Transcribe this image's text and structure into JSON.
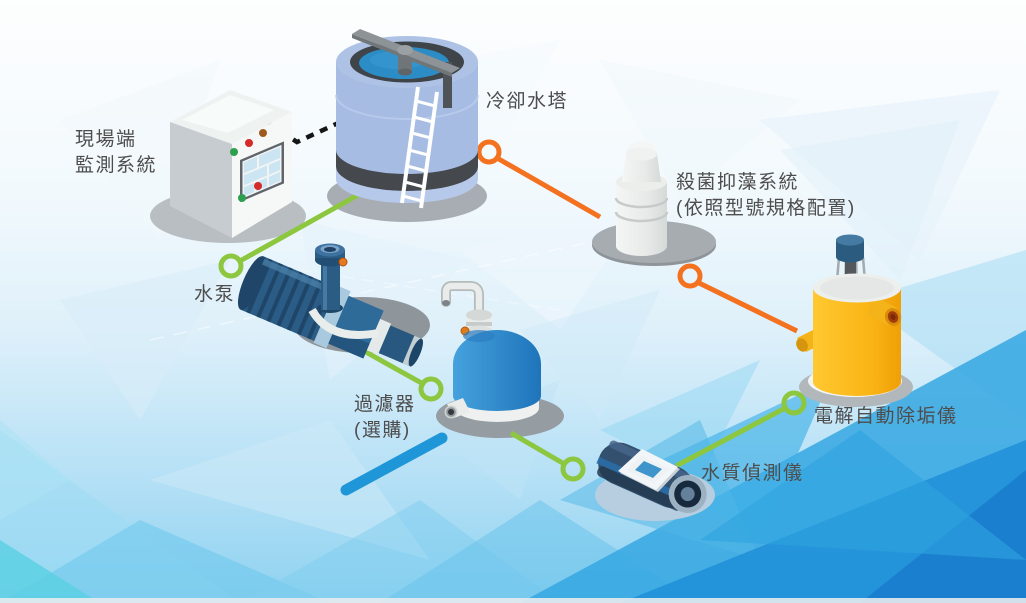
{
  "diagram": {
    "kind": "isometric cooling-water treatment system diagram",
    "language": "zh-TW"
  },
  "components": {
    "monitoring_system": {
      "label_line1": "現場端",
      "label_line2": "監測系統"
    },
    "cooling_tower": {
      "label": "冷卻水塔"
    },
    "sterilizer": {
      "label_line1": "殺菌抑藻系統",
      "label_line2": "(依照型號規格配置)"
    },
    "water_pump": {
      "label": "水泵"
    },
    "filter": {
      "label_line1": "過濾器",
      "label_line2": "(選購)"
    },
    "water_quality_sensor": {
      "label": "水質偵測儀"
    },
    "descaler": {
      "label": "電解自動除垢儀"
    }
  },
  "colors": {
    "green_connector": "#8dc63f",
    "orange_connector": "#f3711f",
    "blue_pipe_line": "#1e96d8",
    "dashed_link": "#1a1a1a",
    "label_text": "#4d4d4d",
    "cooling_tower_body": "#a6bce2",
    "descaler_body": "#fbb817",
    "filter_tank": "#2e8fd0",
    "pump_body": "#2a5c86",
    "background_deep_blue": "#2196dc"
  }
}
